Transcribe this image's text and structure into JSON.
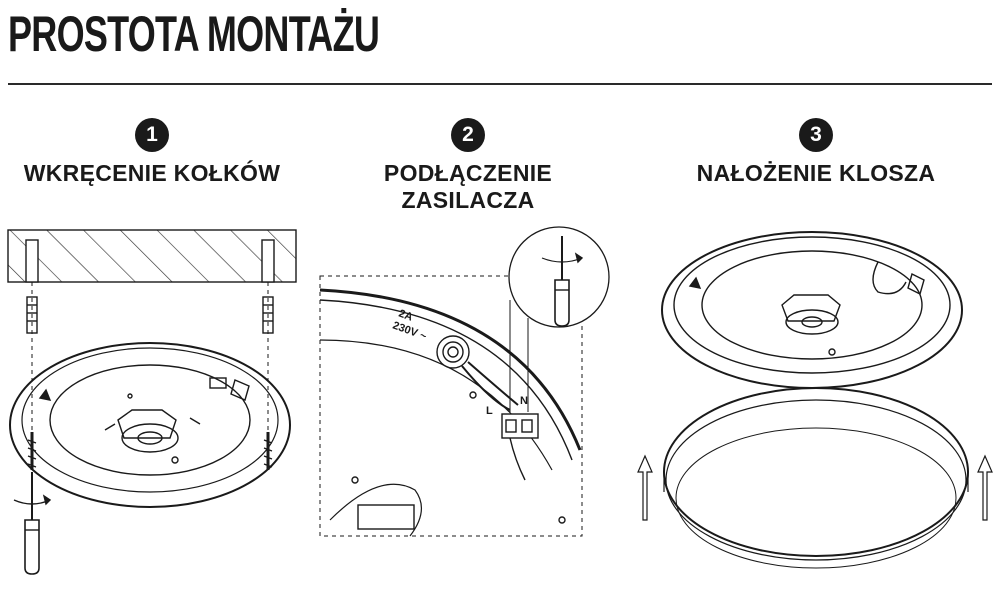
{
  "page": {
    "title": "PROSTOTA MONTAŻU"
  },
  "steps": [
    {
      "number": "1",
      "label": "WKRĘCENIE KOŁKÓW"
    },
    {
      "number": "2",
      "label": "PODŁĄCZENIE ZASILACZA"
    },
    {
      "number": "3",
      "label": "NAŁOŻENIE KLOSZA"
    }
  ],
  "illustration": {
    "power_label_current": "2A",
    "power_label_voltage": "230V ~",
    "terminal_labels": [
      "L",
      "N"
    ],
    "icons": [
      "screwdriver-icon",
      "rotate-arrow-icon",
      "up-arrow-icon"
    ]
  },
  "colors": {
    "ink": "#1a1a1a",
    "background": "#ffffff"
  }
}
